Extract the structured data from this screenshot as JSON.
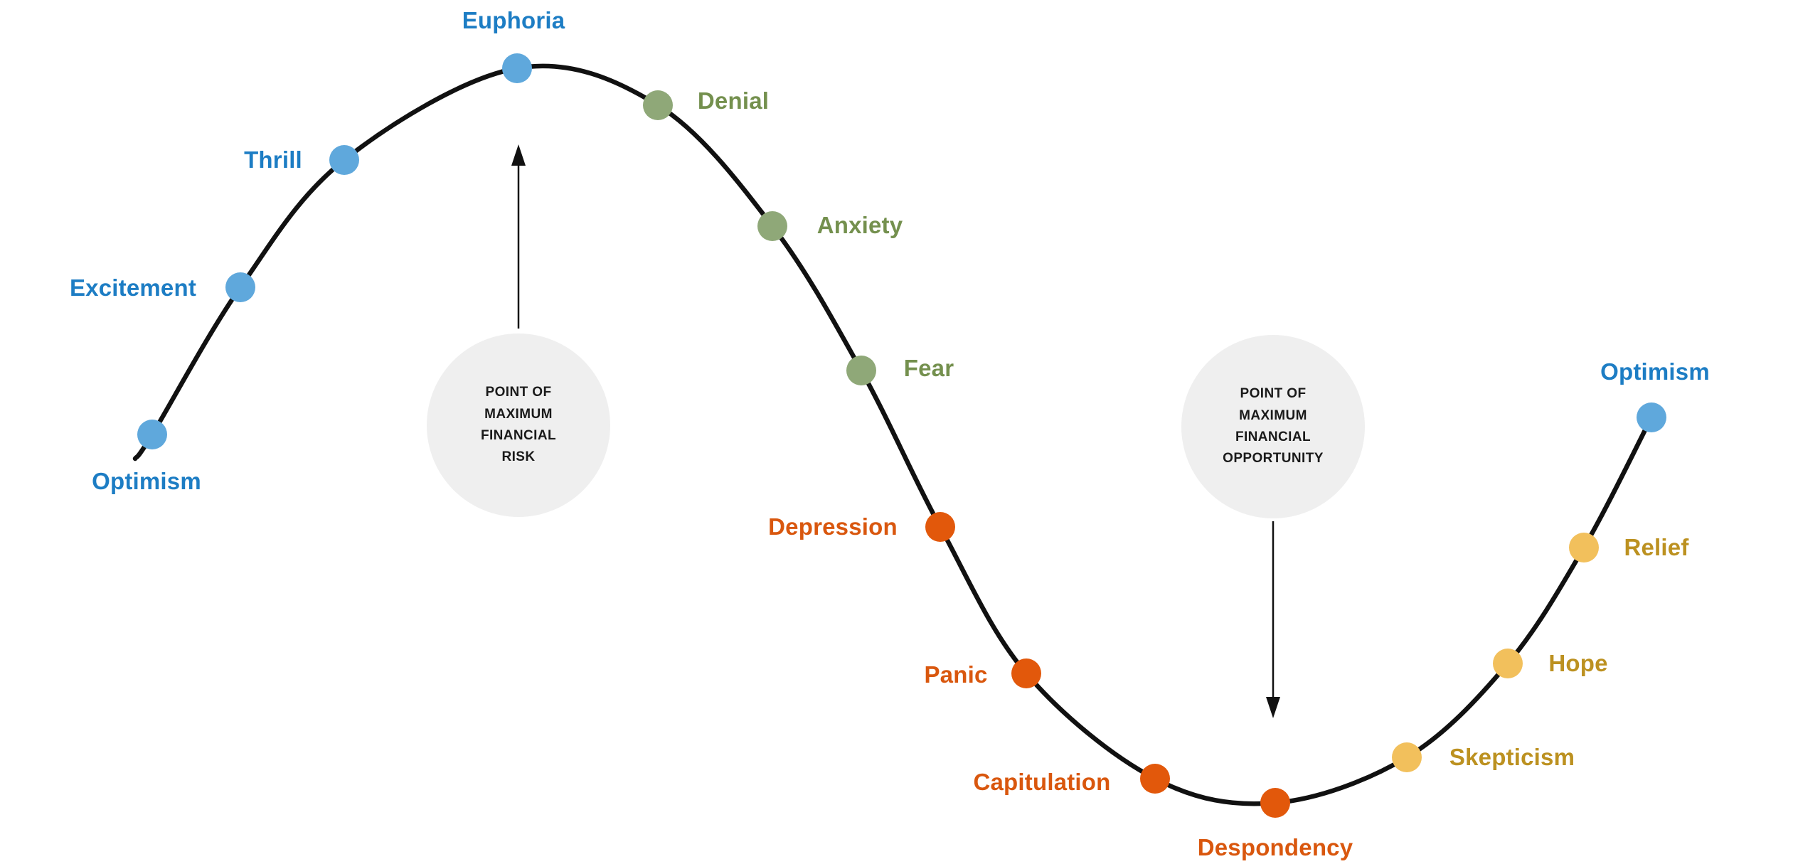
{
  "diagram": {
    "kind": "market-emotions-cycle"
  },
  "palette": {
    "curve": "#111111",
    "arrow": "#111111",
    "annotation_circle": "#efefef",
    "annotation_text": "#1a1a1a",
    "blue_dot": "#5fa8dc",
    "blue_label": "#1d7dc4",
    "green_dot": "#8fa878",
    "green_label": "#74904e",
    "orange_dot": "#e2580b",
    "orange_label": "#d9570e",
    "gold_dot": "#f2c05c",
    "gold_label": "#bc9120"
  },
  "points": [
    {
      "label": "Optimism",
      "color": "blue"
    },
    {
      "label": "Excitement",
      "color": "blue"
    },
    {
      "label": "Thrill",
      "color": "blue"
    },
    {
      "label": "Euphoria",
      "color": "blue"
    },
    {
      "label": "Denial",
      "color": "green"
    },
    {
      "label": "Anxiety",
      "color": "green"
    },
    {
      "label": "Fear",
      "color": "green"
    },
    {
      "label": "Depression",
      "color": "orange"
    },
    {
      "label": "Panic",
      "color": "orange"
    },
    {
      "label": "Capitulation",
      "color": "orange"
    },
    {
      "label": "Despondency",
      "color": "orange"
    },
    {
      "label": "Skepticism",
      "color": "gold"
    },
    {
      "label": "Hope",
      "color": "gold"
    },
    {
      "label": "Relief",
      "color": "gold"
    },
    {
      "label": "Optimism",
      "color": "blue"
    }
  ],
  "annotations": {
    "risk": {
      "text": "POINT OF\nMAXIMUM\nFINANCIAL\nRISK"
    },
    "opportunity": {
      "text": "POINT OF\nMAXIMUM\nFINANCIAL\nOPPORTUNITY"
    }
  },
  "icons": {
    "risk_arrow": "arrow-up-icon",
    "opportunity_arrow": "arrow-down-icon"
  }
}
